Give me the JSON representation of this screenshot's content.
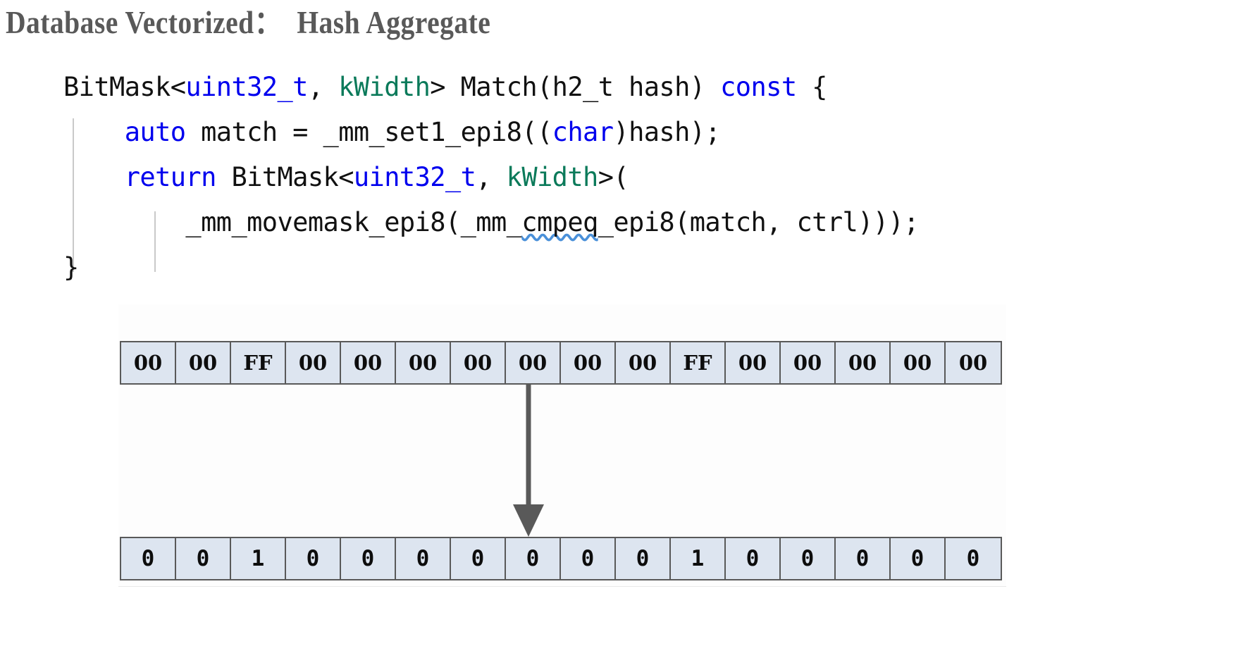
{
  "slide": {
    "title": "Database Vectorized：  Hash Aggregate"
  },
  "code": {
    "language": "cpp",
    "lines": [
      {
        "indent": 0,
        "tokens": [
          {
            "t": "BitMask<",
            "c": "pl"
          },
          {
            "t": "uint32_t",
            "c": "kw"
          },
          {
            "t": ", ",
            "c": "pl"
          },
          {
            "t": "kWidth",
            "c": "tp"
          },
          {
            "t": "> Match(h2_t hash) ",
            "c": "pl"
          },
          {
            "t": "const",
            "c": "kw"
          },
          {
            "t": " {",
            "c": "pl"
          }
        ]
      },
      {
        "indent": 1,
        "tokens": [
          {
            "t": "auto",
            "c": "kw"
          },
          {
            "t": " match = _mm_set1_epi8((",
            "c": "pl"
          },
          {
            "t": "char",
            "c": "kw"
          },
          {
            "t": ")hash);",
            "c": "pl"
          }
        ]
      },
      {
        "indent": 1,
        "tokens": [
          {
            "t": "return",
            "c": "kw"
          },
          {
            "t": " BitMask<",
            "c": "pl"
          },
          {
            "t": "uint32_t",
            "c": "kw"
          },
          {
            "t": ", ",
            "c": "pl"
          },
          {
            "t": "kWidth",
            "c": "tp"
          },
          {
            "t": ">(",
            "c": "pl"
          }
        ]
      },
      {
        "indent": 2,
        "tokens": [
          {
            "t": "_mm_movemask_epi8(_mm_",
            "c": "pl"
          },
          {
            "t": "cmpeq",
            "c": "pl",
            "squiggle": true
          },
          {
            "t": "_epi8(match, ctrl)));",
            "c": "pl"
          }
        ]
      },
      {
        "indent": 0,
        "tokens": [
          {
            "t": "}",
            "c": "pl"
          }
        ]
      }
    ]
  },
  "diagram": {
    "bytes_row_label": "control-bytes-vector",
    "bits_row_label": "match-bitmask",
    "bytes": [
      "00",
      "00",
      "FF",
      "00",
      "00",
      "00",
      "00",
      "00",
      "00",
      "00",
      "FF",
      "00",
      "00",
      "00",
      "00",
      "00"
    ],
    "bits": [
      "0",
      "0",
      "1",
      "0",
      "0",
      "0",
      "0",
      "0",
      "0",
      "0",
      "1",
      "0",
      "0",
      "0",
      "0",
      "0"
    ],
    "arrow": {
      "name": "downward-arrow",
      "from_cell_index": 7,
      "color": "#595959"
    },
    "colors": {
      "cell_fill": "#dde5f0",
      "cell_border": "#595959",
      "title_gray": "#595959",
      "keyword_blue": "#0000ee",
      "template_teal": "#0b7a5a",
      "squiggle_blue": "#4a90d9"
    }
  }
}
